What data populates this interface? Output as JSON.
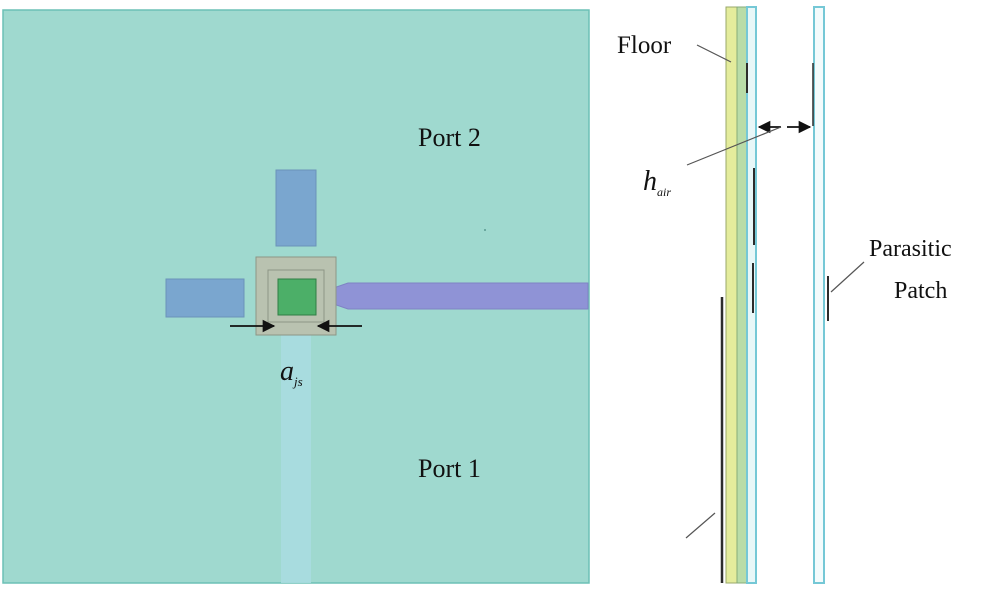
{
  "labels": {
    "port2": "Port 2",
    "port1": "Port 1",
    "floor": "Floor",
    "h_main": "h",
    "h_sub": "air",
    "a_main": "a",
    "a_sub": "js",
    "parasitic_line1": "Parasitic",
    "parasitic_line2": "Patch"
  },
  "colors": {
    "substrate": "#9fd9cf",
    "substrate_edge": "#6cc0b6",
    "patch": "#7aa6cf",
    "feed_line": "#8f93d6",
    "feed_strip": "#a9dbe0",
    "center_frame": "#b9c2b0",
    "center_square": "#4caf68",
    "layer_yellow": "#e4ec9c",
    "layer_green": "#b9dca8",
    "layer_cyan_edge": "#75c8d6",
    "leader": "#555555",
    "metal": "#2c2c2c"
  }
}
